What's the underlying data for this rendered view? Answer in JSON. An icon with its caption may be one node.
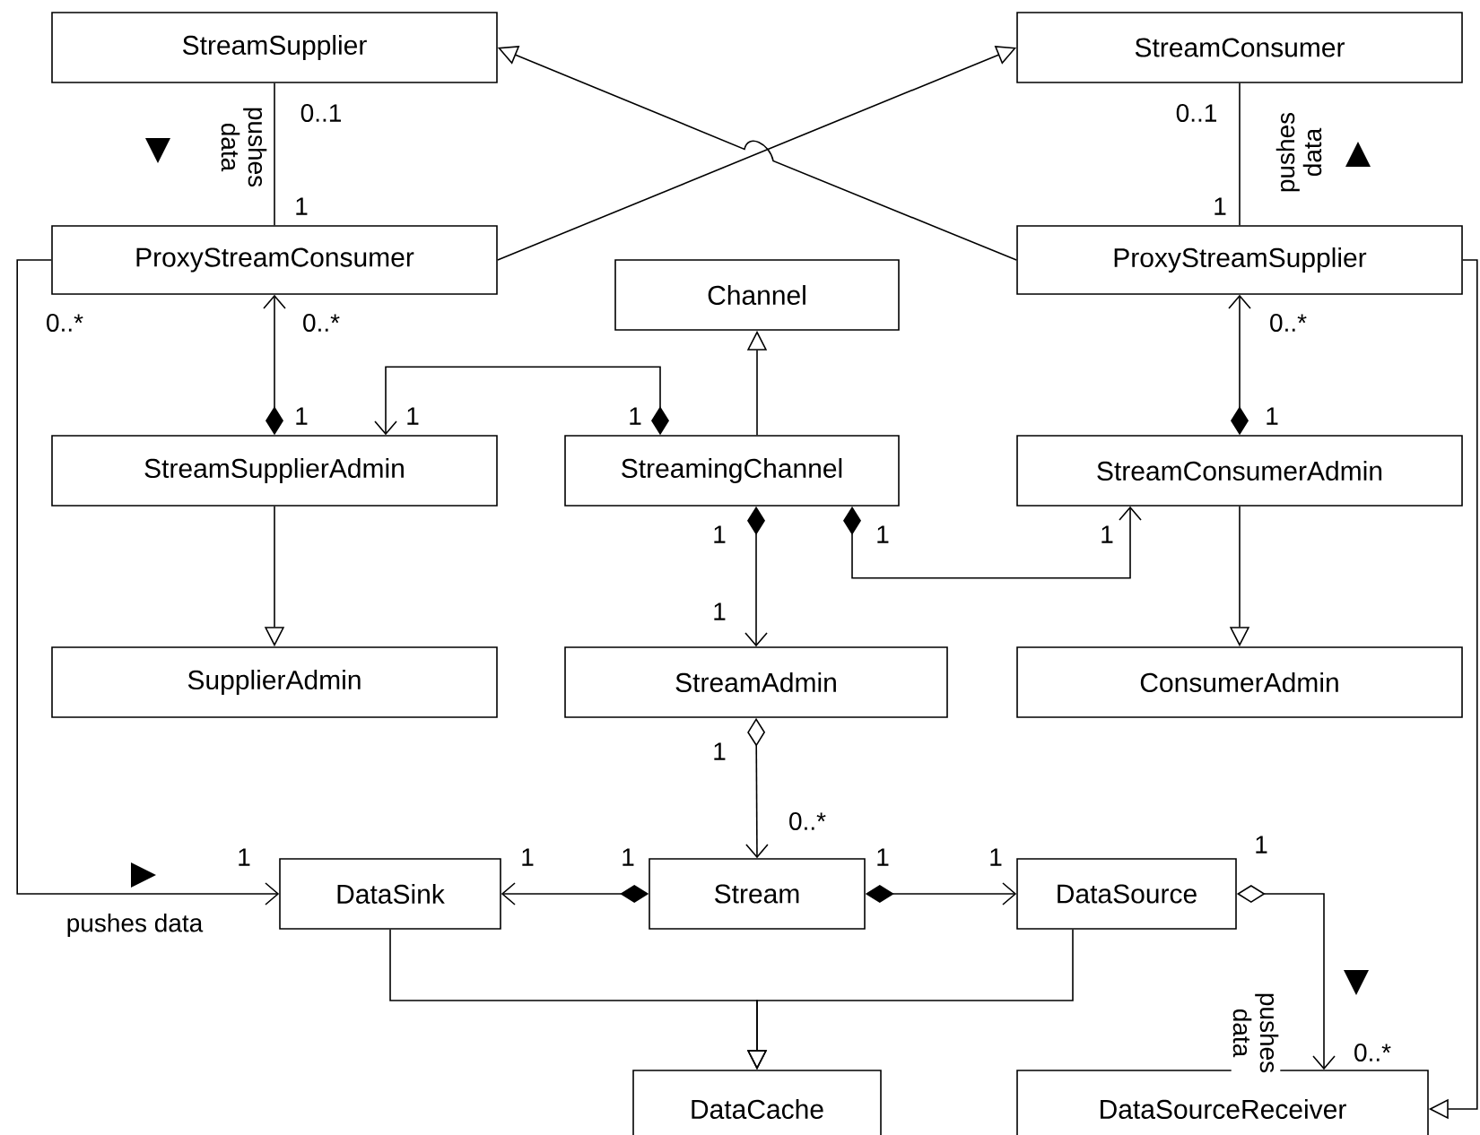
{
  "diagram": {
    "nodes": [
      {
        "text": [
          "StreamSupplier"
        ]
      },
      {
        "text": [
          "StreamConsumer"
        ]
      },
      {
        "text": [
          "ProxyStreamConsumer"
        ]
      },
      {
        "text": [
          "ProxyStreamSupplier"
        ]
      },
      {
        "text": [
          "Channel"
        ]
      },
      {
        "text": [
          "StreamSupplierAdmin"
        ]
      },
      {
        "text": [
          "StreamingChannel"
        ]
      },
      {
        "text": [
          "StreamConsumerAdmin"
        ]
      },
      {
        "text": [
          "SupplierAdmin"
        ]
      },
      {
        "text": [
          "StreamAdmin"
        ]
      },
      {
        "text": [
          "ConsumerAdmin"
        ]
      },
      {
        "text": [
          "DataSink"
        ]
      },
      {
        "text": [
          "Stream"
        ]
      },
      {
        "text": [
          "DataSource"
        ]
      },
      {
        "text": [
          "DataCache"
        ]
      },
      {
        "text": [
          "DataSourceReceiver"
        ]
      }
    ],
    "edges": [
      {
        "from": 0,
        "to": 2,
        "arrow": "none",
        "label": "pushes data"
      },
      {
        "from": 2,
        "to": 1,
        "arrow": "to"
      },
      {
        "from": 3,
        "to": 0,
        "arrow": "to"
      },
      {
        "from": 1,
        "to": 3,
        "arrow": "none",
        "label": "pushes data"
      },
      {
        "from": 5,
        "to": 2,
        "arrow": "to"
      },
      {
        "from": 6,
        "to": 5,
        "arrow": "to"
      },
      {
        "from": 6,
        "to": 4,
        "arrow": "to"
      },
      {
        "from": 7,
        "to": 3,
        "arrow": "to"
      },
      {
        "from": 6,
        "to": 7,
        "arrow": "to"
      },
      {
        "from": 6,
        "to": 9,
        "arrow": "to"
      },
      {
        "from": 5,
        "to": 8,
        "arrow": "to"
      },
      {
        "from": 7,
        "to": 10,
        "arrow": "to"
      },
      {
        "from": 9,
        "to": 12,
        "arrow": "to"
      },
      {
        "from": 12,
        "to": 11,
        "arrow": "to"
      },
      {
        "from": 12,
        "to": 13,
        "arrow": "to"
      },
      {
        "from": 2,
        "to": 11,
        "arrow": "to",
        "label": "pushes data"
      },
      {
        "from": 11,
        "to": 14,
        "arrow": "to"
      },
      {
        "from": 13,
        "to": 14,
        "arrow": "to"
      },
      {
        "from": 13,
        "to": 15,
        "arrow": "to",
        "label": "pushes data"
      },
      {
        "from": 3,
        "to": 15,
        "arrow": "to"
      }
    ],
    "labels": [
      "0..1",
      "0..1",
      "1",
      "1",
      "0..*",
      "0..*",
      "0..*",
      "1",
      "1",
      "1",
      "1",
      "1",
      "1",
      "1",
      "1",
      "1",
      "0..*",
      "1",
      "1",
      "1",
      "1",
      "1",
      "1",
      "0..*"
    ]
  }
}
